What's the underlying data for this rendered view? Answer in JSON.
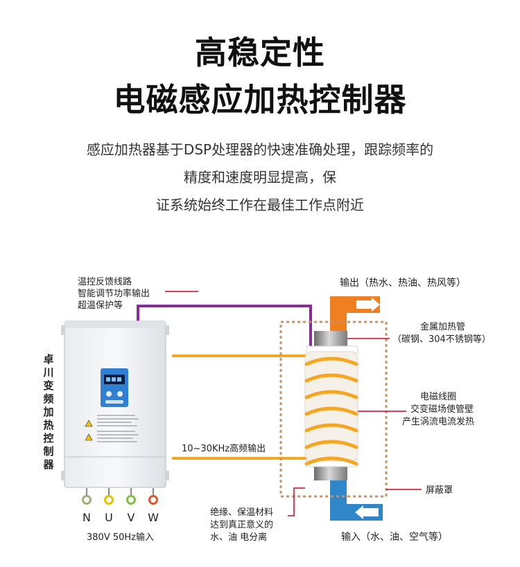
{
  "heading": {
    "line1": "高稳定性",
    "line2": "电磁感应加热控制器"
  },
  "description": {
    "line1": "感应加热器基于DSP处理器的快速准确处理，跟踪频率的",
    "line2": "精度和速度明显提高，保",
    "line3": "证系统始终工作在最佳工作点附近"
  },
  "diagram": {
    "top_left_label": [
      "温控反馈线路",
      "智能调节功率输出",
      "超温保护等"
    ],
    "device_vertical_label": [
      "卓",
      "川",
      "变",
      "频",
      "加",
      "热",
      "控",
      "制",
      "器"
    ],
    "terminals": [
      "N",
      "U",
      "V",
      "W"
    ],
    "terminal_colors": [
      "#a8a878",
      "#e8c000",
      "#7cc142",
      "#e0542a"
    ],
    "power_input": "380V  50Hz输入",
    "hf_output": "10~30KHz高频输出",
    "output_label": "输出（热水、热油、热风等）",
    "metal_tube": [
      "金属加热管",
      "（碳钢、304不锈钢等）"
    ],
    "coil": [
      "电磁线圈",
      "交变磁场使管壁",
      "产生涡流电流发热"
    ],
    "shield": "屏蔽罩",
    "insulation": [
      "绝缘、保温材料",
      "达到真正意义的",
      "水、油   电分离"
    ],
    "input_label": "输入（水、油、空气等）",
    "colors": {
      "orange_pipe": "#f07f22",
      "blue_pipe": "#2f86c9",
      "coil": "#f5a623",
      "purple_line": "#8a2b96",
      "red_line": "#d0021b",
      "shield": "#c8936a",
      "device_panel": "#2f7fd2"
    }
  }
}
